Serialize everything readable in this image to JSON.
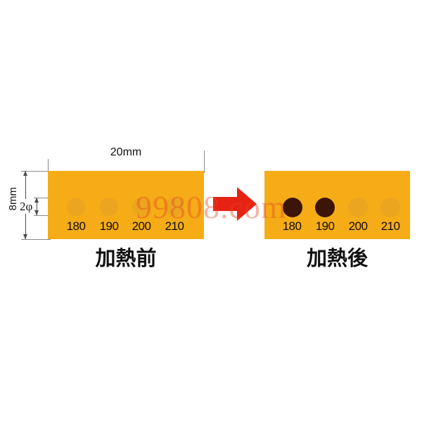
{
  "figure": {
    "title_visible": false,
    "background_color": "#ffffff"
  },
  "watermark": {
    "text": "99808.com",
    "color": "#e8431f"
  },
  "colors": {
    "strip": "#f5ac17",
    "dot_unreacted": "#eba51f",
    "dot_reacted": "#3b1508",
    "arrow": "#e52213",
    "dimension_line": "#4a4a4a",
    "text": "#111111"
  },
  "dimensions": {
    "width_label": "20mm",
    "height_label": "8mm",
    "hole_label": "2φ"
  },
  "arrow": {
    "name": "right-arrow",
    "direction": "right"
  },
  "panels": [
    {
      "id": "before",
      "caption": "加熱前",
      "dots": [
        {
          "label": "180",
          "state": "unreacted"
        },
        {
          "label": "190",
          "state": "unreacted"
        },
        {
          "label": "200",
          "state": "unreacted"
        },
        {
          "label": "210",
          "state": "unreacted"
        }
      ]
    },
    {
      "id": "after",
      "caption": "加熱後",
      "dots": [
        {
          "label": "180",
          "state": "reacted"
        },
        {
          "label": "190",
          "state": "reacted"
        },
        {
          "label": "200",
          "state": "unreacted"
        },
        {
          "label": "210",
          "state": "unreacted"
        }
      ]
    }
  ]
}
